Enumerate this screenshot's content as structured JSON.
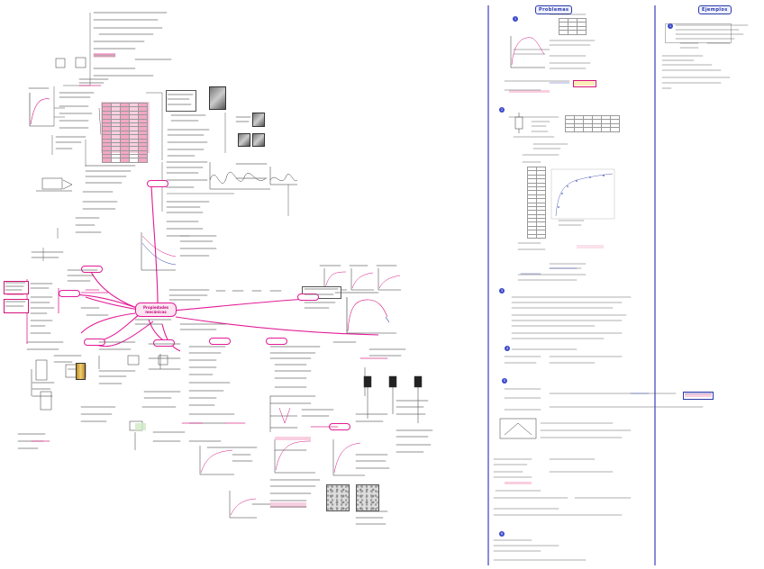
{
  "sections": {
    "problems_title": "Problemas",
    "examples_title": "Ejemplos"
  },
  "mindmap": {
    "center_label": "Propiedades mecánicas"
  },
  "problem_numbers": [
    "1",
    "2",
    "3",
    "4",
    "5",
    "6"
  ],
  "example_numbers": [
    "1"
  ],
  "colors": {
    "mindmap_line": "#e21b96",
    "divider": "#3b3fbf",
    "title_border": "#2a3aa8",
    "highlight_pink": "#f6c3d8"
  }
}
